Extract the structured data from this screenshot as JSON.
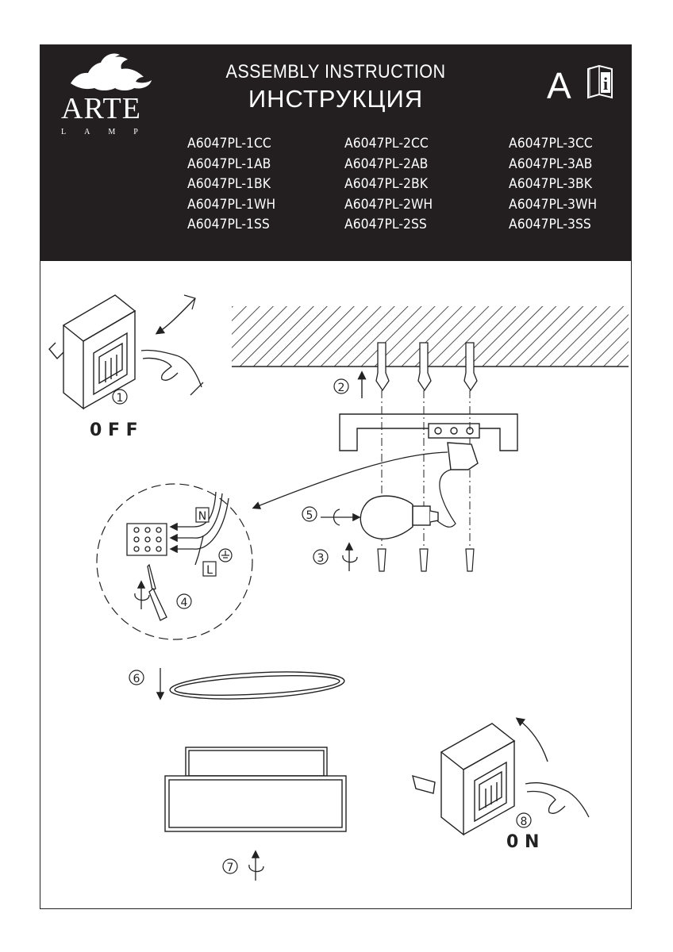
{
  "brand": {
    "name": "ARTE",
    "sub": "LAMP"
  },
  "header": {
    "title_en": "ASSEMBLY INSTRUCTION",
    "title_ru": "ИНСТРУКЦИЯ",
    "type_letter": "A"
  },
  "models": {
    "col1": [
      "A6047PL-1CC",
      "A6047PL-1AB",
      "A6047PL-1BK",
      "A6047PL-1WH",
      "A6047PL-1SS"
    ],
    "col2": [
      "A6047PL-2CC",
      "A6047PL-2AB",
      "A6047PL-2BK",
      "A6047PL-2WH",
      "A6047PL-2SS"
    ],
    "col3": [
      "A6047PL-3CC",
      "A6047PL-3AB",
      "A6047PL-3BK",
      "A6047PL-3WH",
      "A6047PL-3SS"
    ]
  },
  "steps": {
    "s1": "1",
    "s2": "2",
    "s3": "3",
    "s4": "4",
    "s5": "5",
    "s6": "6",
    "s7": "7",
    "s8": "8"
  },
  "labels": {
    "off": "0 F F",
    "on": "0 N",
    "neutral": "N",
    "live": "L",
    "info_glyph": "i"
  },
  "icons": {
    "book": "info-book-icon",
    "ground": "ground-symbol-icon",
    "rotate": "rotate-arrow-icon"
  }
}
